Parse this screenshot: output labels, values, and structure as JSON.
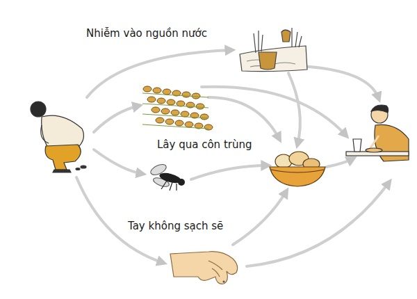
{
  "diagram": {
    "labels": [
      "Nhiễm vào nguồn nước",
      "Lây qua côn trùng",
      "Tay không sạch sẽ"
    ]
  }
}
